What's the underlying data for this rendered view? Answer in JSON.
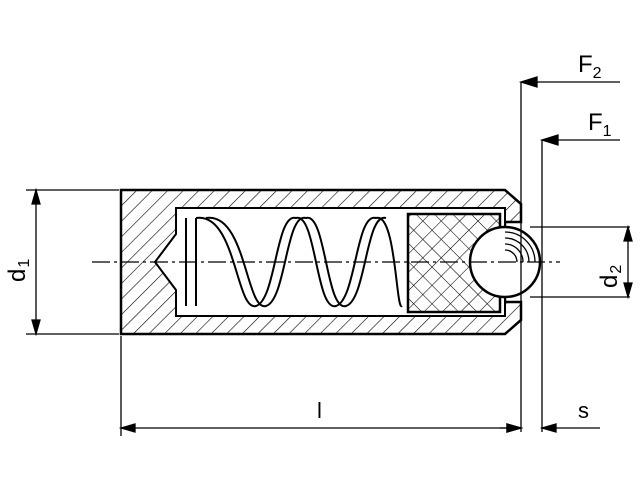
{
  "labels": {
    "force_2": {
      "base": "F",
      "sub": "2"
    },
    "force_1": {
      "base": "F",
      "sub": "1"
    },
    "body_diameter": {
      "base": "d",
      "sub": "1"
    },
    "ball_diameter": {
      "base": "d",
      "sub": "2"
    },
    "length": "l",
    "stroke": "s"
  },
  "colors": {
    "line": "#000000",
    "background": "#ffffff"
  }
}
